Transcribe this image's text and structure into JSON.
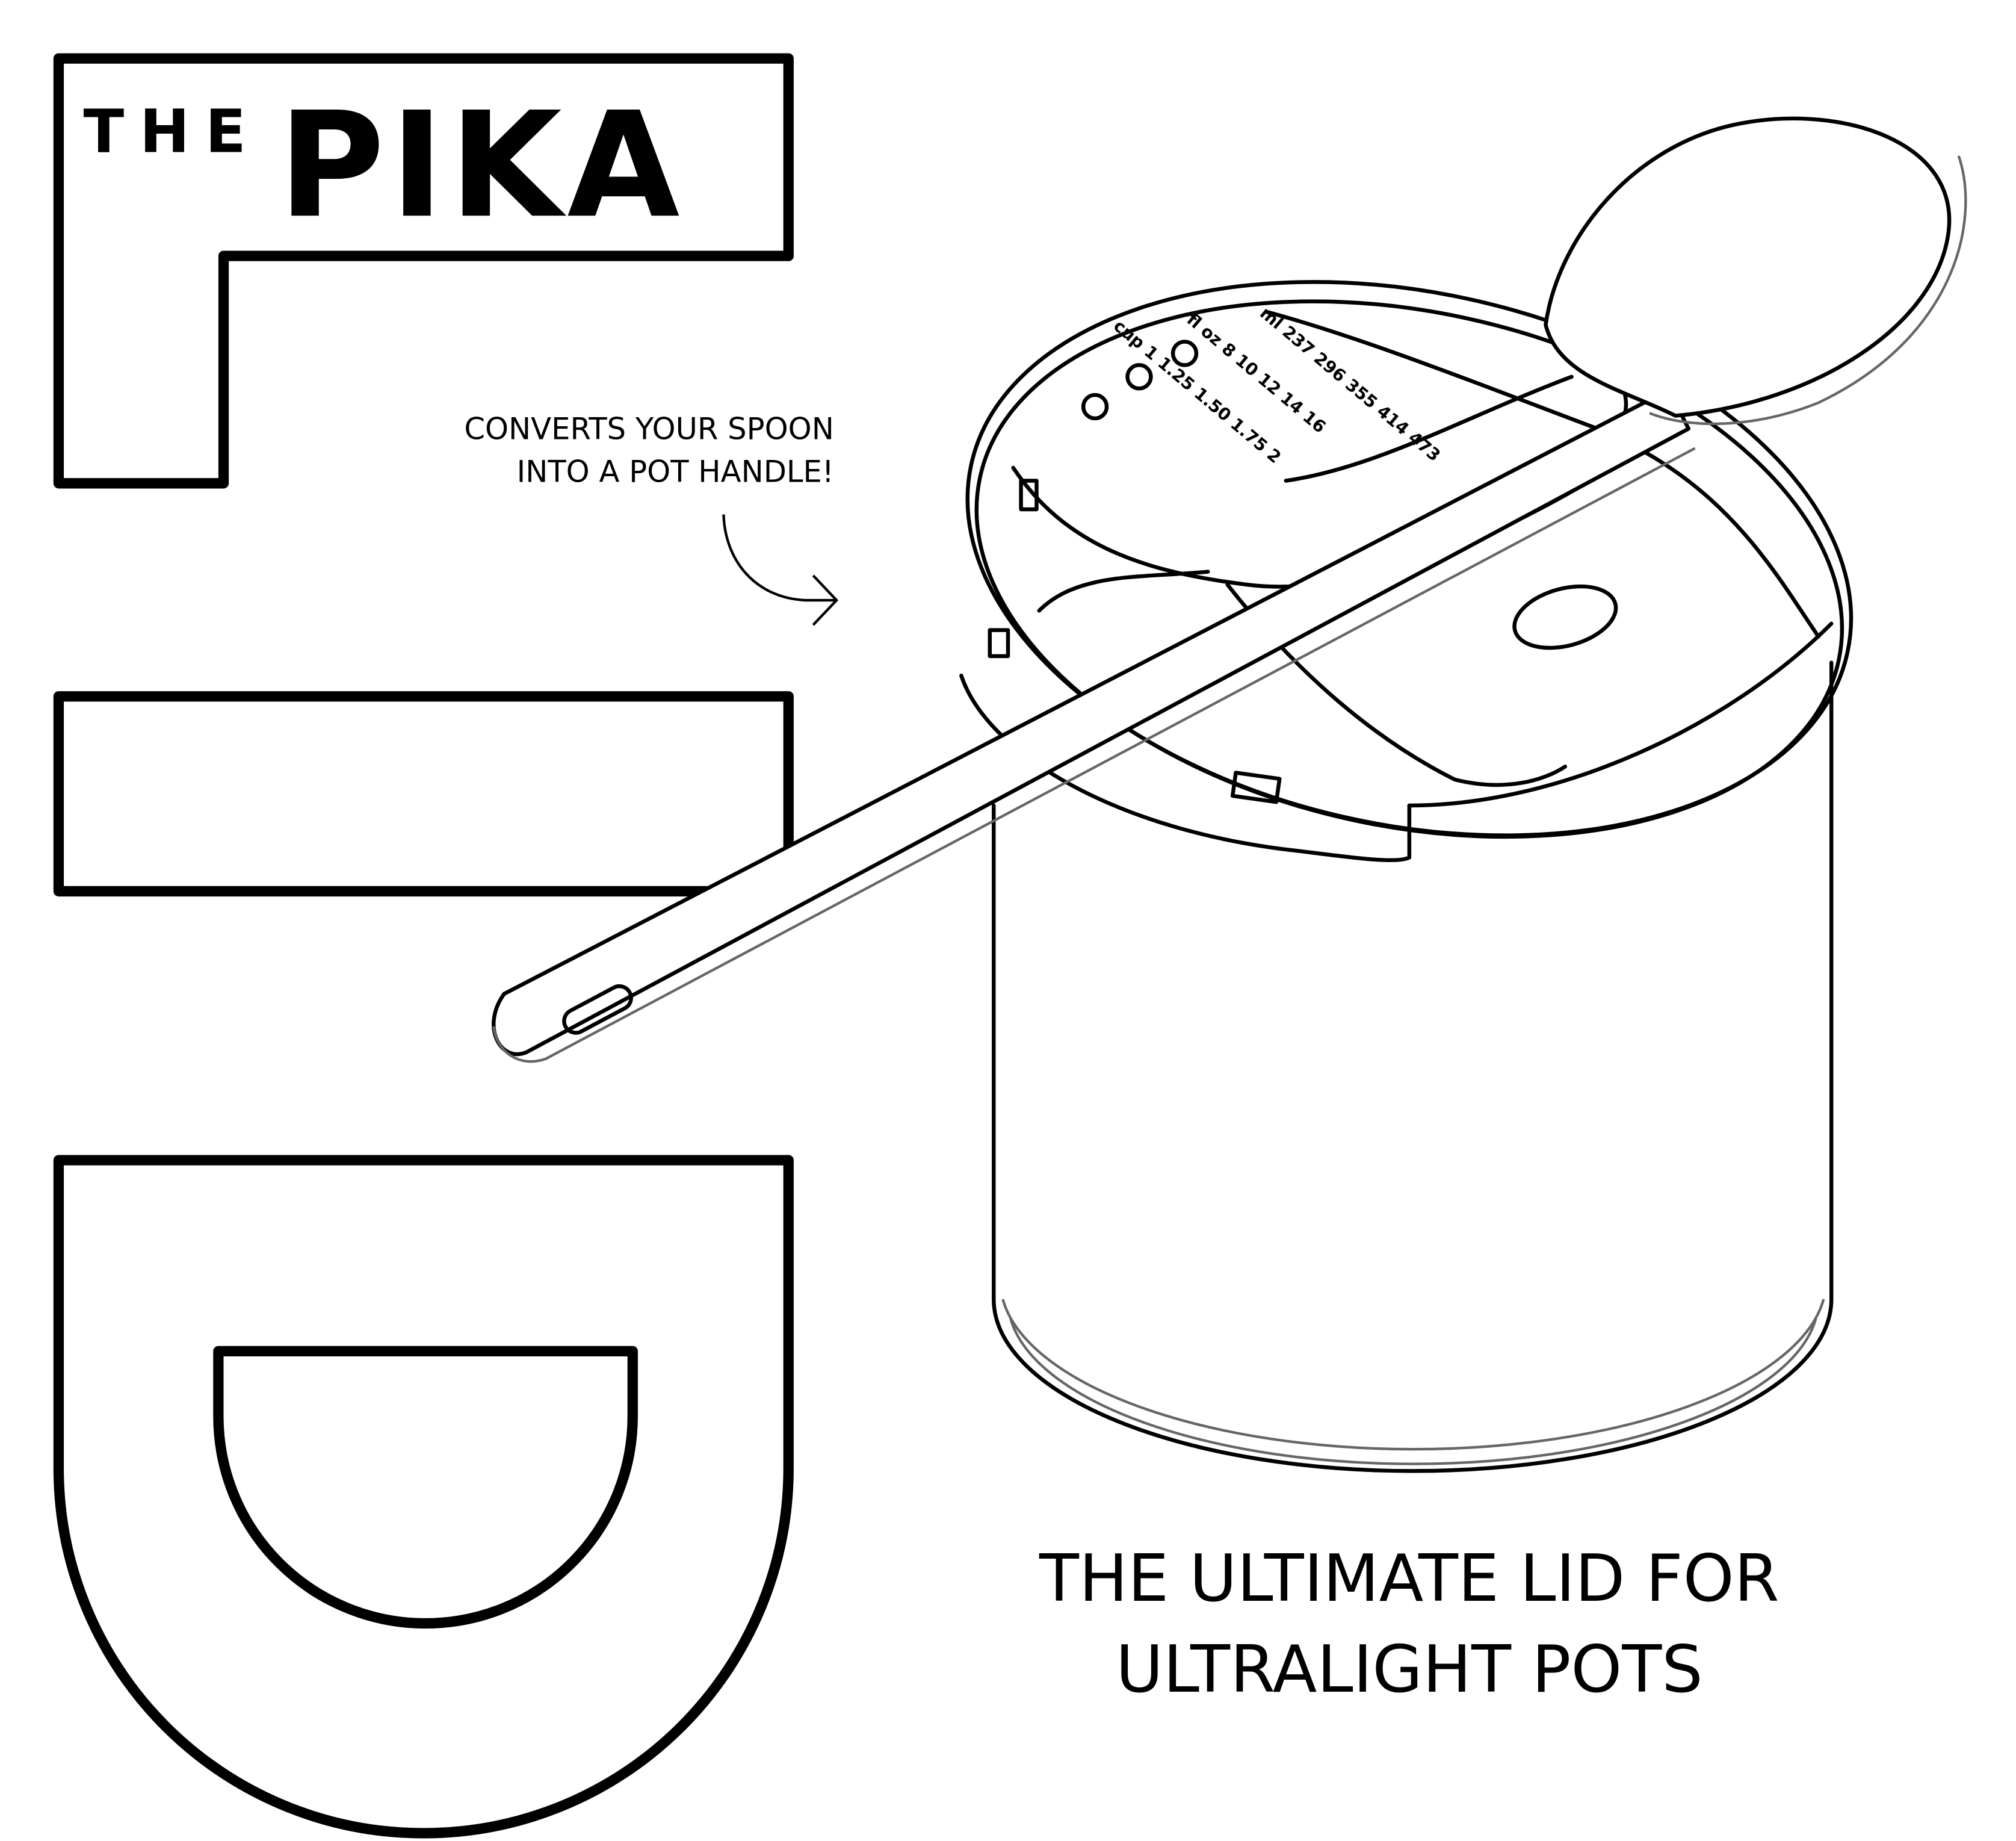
{
  "logo": {
    "the": "THE",
    "name": "PIKA"
  },
  "callout": {
    "line1": "CONVERTS YOUR SPOON",
    "line2": "INTO A POT HANDLE!"
  },
  "tagline": {
    "line1": "THE ULTIMATE LID FOR",
    "line2": "ULTRALIGHT POTS"
  },
  "lid_markings": {
    "ml": [
      "ml",
      "237",
      "296",
      "355",
      "414",
      "473"
    ],
    "floz": [
      "fl oz",
      "8",
      "10",
      "12",
      "14",
      "16"
    ],
    "cup": [
      "cup",
      "1",
      "1.25",
      "1.50",
      "1.75",
      "2"
    ]
  },
  "colors": {
    "ink": "#000000",
    "background": "#ffffff",
    "spoon_outline": "#666666"
  }
}
